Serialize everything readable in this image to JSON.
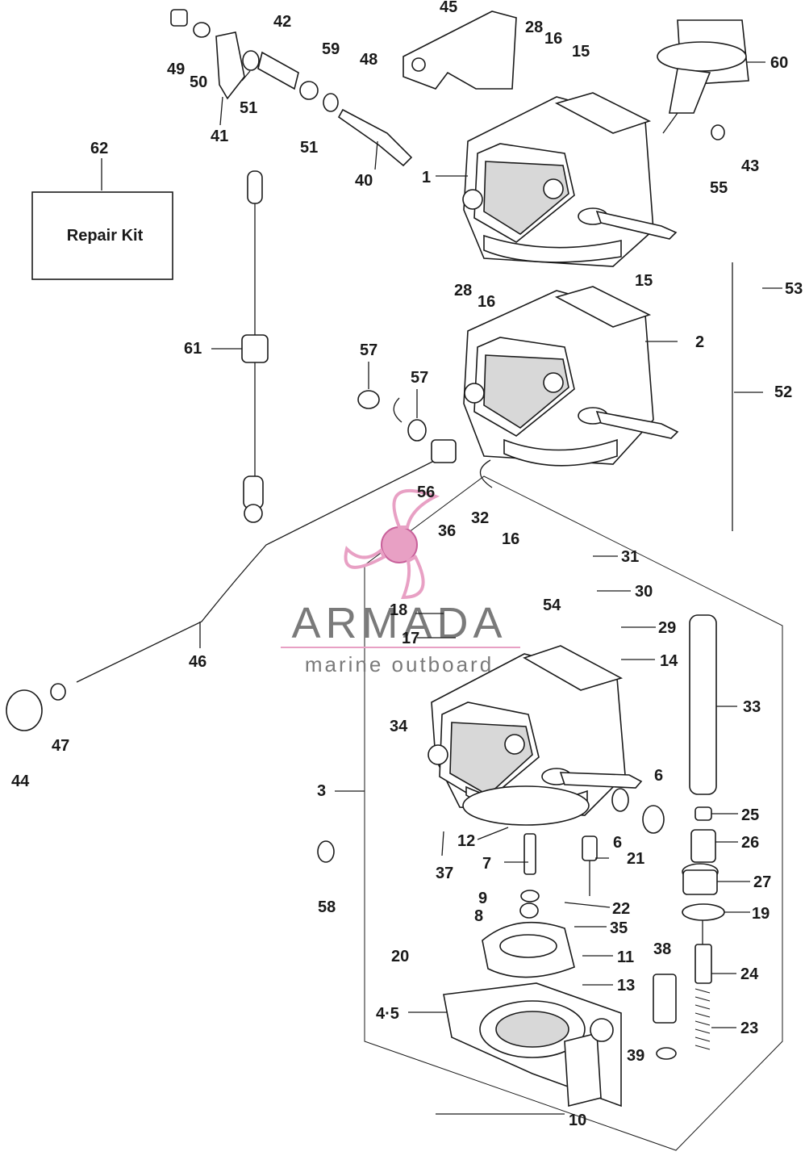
{
  "diagram": {
    "repair_kit_label": "Repair Kit",
    "watermark": {
      "brand": "ARMADA",
      "tagline": "marine outboard",
      "accent_color": "#e8a0c4"
    },
    "callouts": [
      "1",
      "2",
      "3",
      "4·5",
      "6",
      "6",
      "7",
      "8",
      "9",
      "10",
      "11",
      "12",
      "13",
      "14",
      "15",
      "15",
      "16",
      "16",
      "16",
      "17",
      "18",
      "19",
      "20",
      "21",
      "22",
      "23",
      "24",
      "25",
      "26",
      "27",
      "28",
      "28",
      "29",
      "30",
      "31",
      "32",
      "33",
      "34",
      "35",
      "36",
      "37",
      "38",
      "39",
      "40",
      "41",
      "42",
      "43",
      "44",
      "45",
      "46",
      "47",
      "48",
      "49",
      "50",
      "51",
      "51",
      "52",
      "53",
      "54",
      "55",
      "56",
      "56",
      "57",
      "57",
      "58",
      "59",
      "60",
      "61",
      "62"
    ]
  }
}
